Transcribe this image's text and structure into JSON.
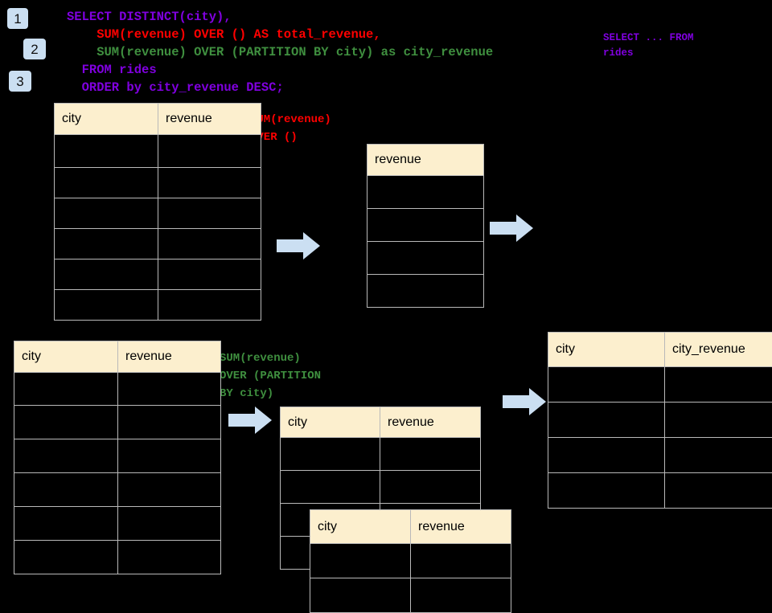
{
  "background_color": "#000000",
  "palette": {
    "badge_bg": "#cbdff2",
    "arrow_fill": "#cbdff2",
    "table_header_bg": "#fcefce",
    "table_cell_bg": "#000000",
    "table_border": "#b9b9b9",
    "sql_purple": "#8000e0",
    "sql_red": "#ff0000",
    "sql_green": "#3f8f3f"
  },
  "badges": [
    {
      "label": "1"
    },
    {
      "label": "2"
    },
    {
      "label": "3"
    }
  ],
  "sql": {
    "lines": [
      {
        "text": "SELECT DISTINCT(city),",
        "color_name": "purple"
      },
      {
        "text": "    SUM(revenue) OVER () AS total_revenue,",
        "color_name": "red"
      },
      {
        "text": "    SUM(revenue) OVER (PARTITION BY city) as city_revenue",
        "color_name": "green"
      },
      {
        "text": "  FROM rides",
        "color_name": "purple"
      },
      {
        "text": "  ORDER by city_revenue DESC;",
        "color_name": "purple"
      }
    ],
    "side_note": {
      "line1": "SELECT ... FROM",
      "line2": "rides",
      "color_name": "purple"
    }
  },
  "annotations": [
    {
      "name": "sum-over-empty",
      "color_name": "red",
      "lines": [
        "SUM(revenue)",
        "OVER ()"
      ]
    },
    {
      "name": "sum-over-partition",
      "color_name": "green",
      "lines": [
        "SUM(revenue)",
        "OVER (PARTITION",
        "BY city)"
      ]
    }
  ],
  "tables": [
    {
      "name": "rides-table-top",
      "headers": [
        "city",
        "revenue"
      ],
      "row_count": 6,
      "rows": [
        [
          "",
          ""
        ],
        [
          "",
          ""
        ],
        [
          "",
          ""
        ],
        [
          "",
          ""
        ],
        [
          "",
          ""
        ],
        [
          "",
          ""
        ]
      ]
    },
    {
      "name": "total-revenue-table",
      "headers": [
        "revenue"
      ],
      "row_count": 4,
      "rows": [
        [
          ""
        ],
        [
          ""
        ],
        [
          ""
        ],
        [
          ""
        ]
      ]
    },
    {
      "name": "rides-table-bottom",
      "headers": [
        "city",
        "revenue"
      ],
      "row_count": 6,
      "rows": [
        [
          "",
          ""
        ],
        [
          "",
          ""
        ],
        [
          "",
          ""
        ],
        [
          "",
          ""
        ],
        [
          "",
          ""
        ],
        [
          "",
          ""
        ]
      ]
    },
    {
      "name": "partition-table-back",
      "headers": [
        "city",
        "revenue"
      ],
      "row_count": 4,
      "rows": [
        [
          "",
          ""
        ],
        [
          "",
          ""
        ],
        [
          "",
          ""
        ],
        [
          "",
          ""
        ]
      ]
    },
    {
      "name": "partition-table-front",
      "headers": [
        "city",
        "revenue"
      ],
      "row_count": 2,
      "rows": [
        [
          "",
          ""
        ],
        [
          "",
          ""
        ]
      ]
    },
    {
      "name": "final-result-table",
      "headers": [
        "city",
        "city_revenue"
      ],
      "row_count": 4,
      "rows": [
        [
          "",
          ""
        ],
        [
          "",
          ""
        ],
        [
          "",
          ""
        ],
        [
          "",
          ""
        ]
      ]
    }
  ],
  "arrows": [
    {
      "name": "arrow-rides-to-total",
      "direction": "right"
    },
    {
      "name": "arrow-total-to-result",
      "direction": "right"
    },
    {
      "name": "arrow-rides-to-partition",
      "direction": "right"
    },
    {
      "name": "arrow-partition-to-result",
      "direction": "right"
    }
  ]
}
